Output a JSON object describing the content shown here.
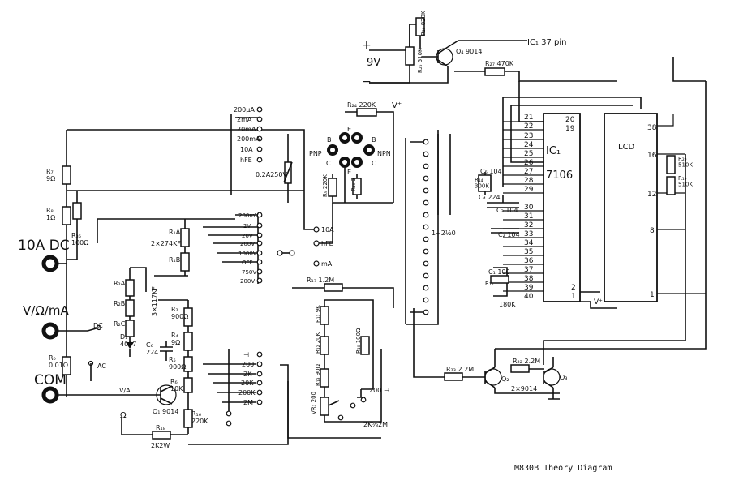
{
  "caption": "M830B Theory Diagram",
  "terminals": {
    "tenA": "10A DC",
    "vohm": "V/Ω/mA",
    "com": "COM"
  },
  "battery": {
    "plus": "+",
    "voltage": "9V",
    "minus": "−"
  },
  "ic1": {
    "name": "IC₁",
    "part": "7106",
    "note": "IC₁ 37 pin",
    "pins_left": [
      "21",
      "22",
      "23",
      "24",
      "25",
      "26",
      "27",
      "28",
      "29",
      "30",
      "31",
      "32",
      "33",
      "34",
      "35",
      "36",
      "37",
      "38",
      "39",
      "40"
    ],
    "pins_right": [
      "20",
      "19",
      "2",
      "1"
    ]
  },
  "lcd": {
    "name": "LCD",
    "pins": [
      "38",
      "16",
      "12",
      "8",
      "1"
    ]
  },
  "resistors": {
    "r7": "R₇\n9Ω",
    "r8": "R₈\n1Ω",
    "r35": "R₃₅\n100Ω",
    "r0": "R₀\n0.01Ω",
    "r1a": "R₁A",
    "r1a_val": "2×274KF",
    "r1b": "R₁B",
    "r2a": "R₂A",
    "r2b": "R₂B",
    "r2c": "R₂C",
    "r2c_val": "3×117KF",
    "r2": "R₂\n900Ω",
    "r4": "R₄\n9Ω",
    "r5": "R₅\n900Ω",
    "r6": "R₆\n10K",
    "r16": "R₁₆\n220K",
    "r18": "R₁₈",
    "r18_val": "2K2W",
    "r24": "R₂₄ 220K",
    "r9": "R₉ 220K",
    "r10": "R₁₀ 2",
    "r17": "R₁₇ 1.2M",
    "r11": "R₁₁ 9K",
    "r12": "R₁₂ 20K",
    "r13": "R₁₃ 90Ω",
    "r10b": "R₁₀ 100Ω",
    "vr1": "VR₁ 200",
    "r26": "R₂₆ 820K",
    "r25": "R₂₅ 510K",
    "r27": "R₂₇ 470K",
    "r14": "R₁₄\n300K",
    "r15": "R₁₅",
    "r15_val": "180K",
    "r20": "R₂₀\n510K",
    "r19": "R₁₉\n510K",
    "r23": "R₂₃ 2.2M",
    "r22": "R₂₂ 2.2M"
  },
  "capacitors": {
    "c5": "C₅ 104",
    "c4": "C₄ 224",
    "c3": "C₃ 104",
    "c2": "C₂ 104",
    "c1": "C₁ 100",
    "c6": "C₆\n224"
  },
  "transistors": {
    "q1": "Q₁ 9014",
    "q4": "Q₄ 9014",
    "q2": "Q₂",
    "q3": "Q₃",
    "q23": "2×9014"
  },
  "misc": {
    "d1": "D₁\n4007",
    "fuse": "0.2A250V",
    "pnp": "PNP",
    "npn": "NPN",
    "dc": "DC",
    "ac": "AC",
    "va": "V/A",
    "ohm": "Ω",
    "vplus": "V⁺",
    "vplus2": "V⁺",
    "rot": "1~2½0",
    "d200": "200 ⊣",
    "kr": "2K⅝2M"
  },
  "range_top": [
    "200μA",
    "2mA",
    "20mA",
    "200mA",
    "10A",
    "hFE"
  ],
  "range_mid": [
    "200mV",
    "2V",
    "20V",
    "200V",
    "1000V",
    "OFF",
    "750V",
    "200V"
  ],
  "range_low": [
    "⊣",
    "200",
    "2K",
    "20K",
    "200K",
    "2M"
  ],
  "sockets": {
    "a10": "10A",
    "hfe": "hFE",
    "ma": "mA"
  },
  "transistor_socket": {
    "b": "B",
    "c": "C",
    "e": "E"
  }
}
